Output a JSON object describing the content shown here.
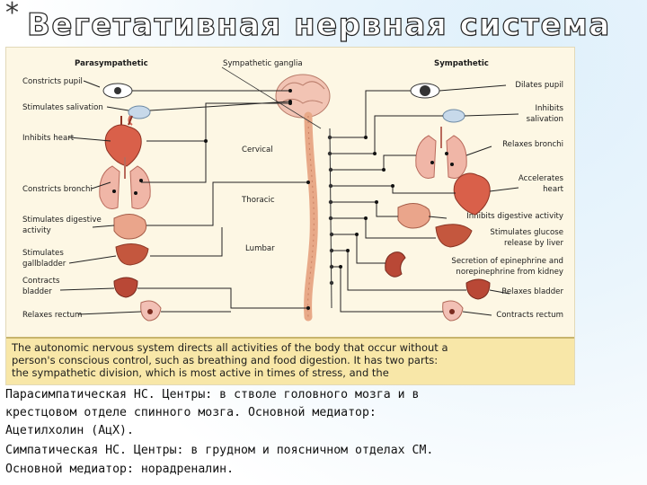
{
  "slide": {
    "bullet": "*",
    "title": "Вегетативная нервная система"
  },
  "diagram": {
    "headers": {
      "left": "Parasympathetic",
      "center": "Sympathetic ganglia",
      "right": "Sympathetic"
    },
    "parasympathetic_labels": [
      "Constricts pupil",
      "Stimulates salivation",
      "Inhibits heart",
      "Constricts bronchi",
      "Stimulates digestive",
      "activity",
      "Stimulates",
      "gallbladder",
      "Contracts",
      "bladder",
      "Relaxes rectum"
    ],
    "sympathetic_labels": [
      "Dilates pupil",
      "Inhibits",
      "salivation",
      "Relaxes bronchi",
      "Accelerates",
      "heart",
      "Inhibits digestive activity",
      "Stimulates glucose",
      "release by liver",
      "Secretion of epinephrine and",
      "norepinephrine from kidney",
      "Relaxes bladder",
      "Contracts rectum"
    ],
    "spine_labels": [
      "Cervical",
      "Thoracic",
      "Lumbar"
    ],
    "caption_lines": [
      "The autonomic nervous system directs all activities of the body that occur without a",
      "person's conscious control, such as breathing and food digestion. It has two parts:",
      "the sympathetic division, which is most active in times of stress, and the"
    ]
  },
  "body_text": [
    "Парасимпатическая НС. Центры: в стволе головного мозга и в",
    "крестцовом отделе спинного мозга. Основной медиатор:",
    "Ацетилхолин (АцХ).",
    "Симпатическая НС. Центры: в грудном и поясничном отделах СМ.",
    "Основной медиатор: норадреналин."
  ],
  "colors": {
    "figure_background": "#fdf7e4",
    "caption_background": "#f8e7a8",
    "organ_red": "#d9604a",
    "nerve_line": "#222222",
    "spine": "#e8a988"
  }
}
